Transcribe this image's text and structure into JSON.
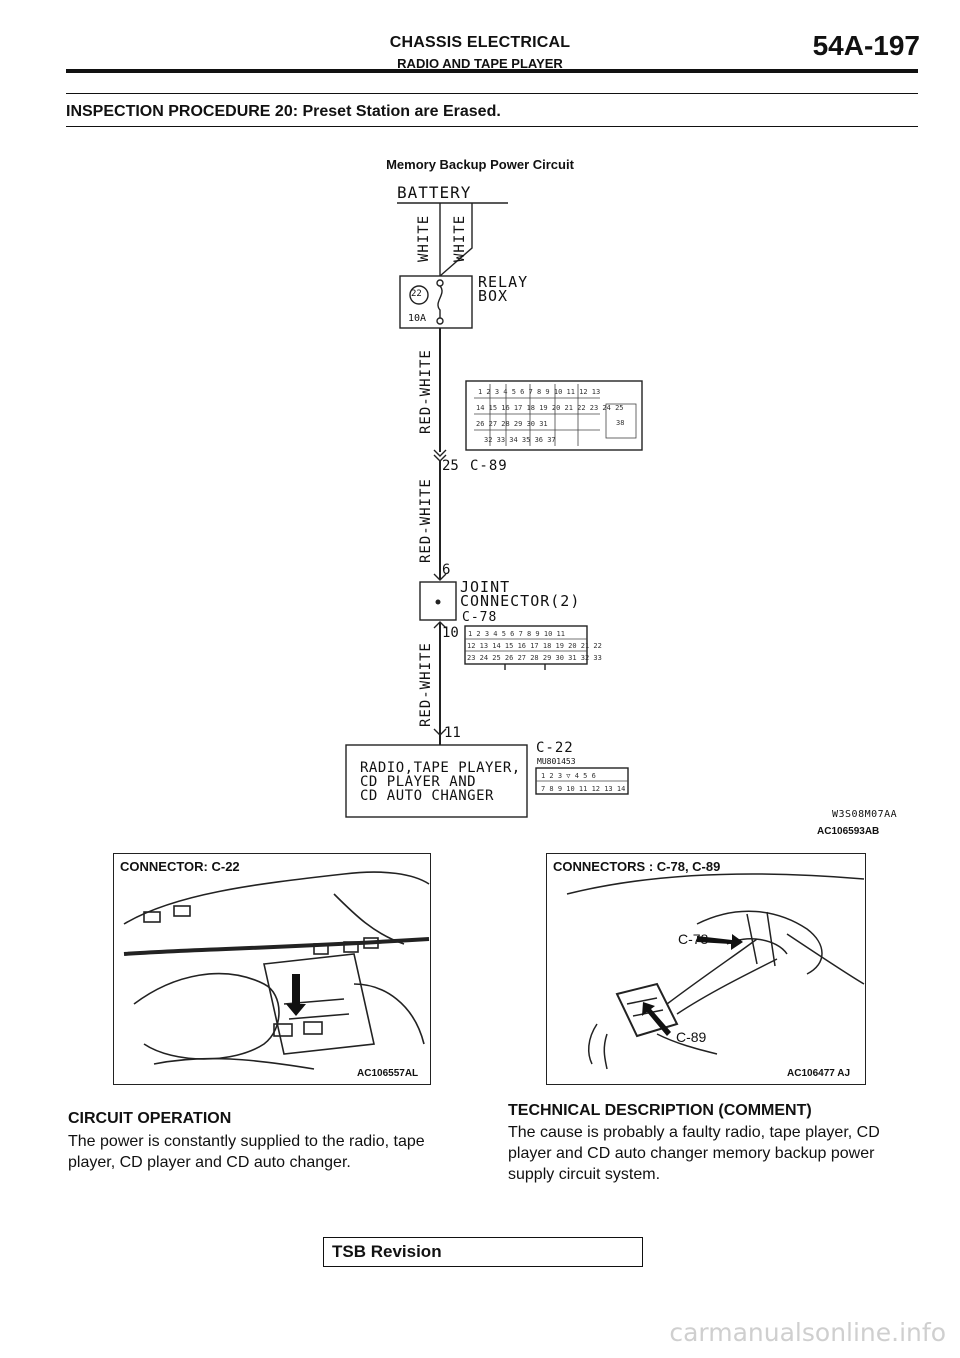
{
  "header": {
    "section": "CHASSIS ELECTRICAL",
    "subsection": "RADIO AND TAPE PLAYER",
    "page": "54A-197"
  },
  "procedure_title": "INSPECTION PROCEDURE 20: Preset Station are Erased.",
  "diagram": {
    "title": "Memory Backup Power Circuit",
    "battery": "BATTERY",
    "wire_white": "WHITE",
    "wire_red_white": "RED-WHITE",
    "relay_box_line1": "RELAY",
    "relay_box_line2": "BOX",
    "fuse_number": "22",
    "fuse_rating": "10A",
    "pin_25": "25",
    "conn_c89": "C-89",
    "pin_6": "6",
    "joint_line1": "JOINT",
    "joint_line2": "CONNECTOR(2)",
    "conn_c78": "C-78",
    "pin_10": "10",
    "pin_11": "11",
    "radio_line1": "RADIO,TAPE PLAYER,",
    "radio_line2": "CD PLAYER AND",
    "radio_line3": "CD AUTO CHANGER",
    "conn_c22": "C-22",
    "part_no": "MU801453",
    "code": "W3S08M07AA",
    "ac_code": "AC106593AB"
  },
  "photo_left": {
    "label": "CONNECTOR: C-22",
    "ac_code": "AC106557AL"
  },
  "photo_right": {
    "label": "CONNECTORS : C-78, C-89",
    "callout_c78": "C-78",
    "callout_c89": "C-89",
    "ac_code": "AC106477 AJ"
  },
  "circuit_operation": {
    "heading": "CIRCUIT OPERATION",
    "line1": "The power is constantly supplied to the radio, tape",
    "line2": "player, CD player and CD auto changer."
  },
  "technical_description": {
    "heading": "TECHNICAL DESCRIPTION (COMMENT)",
    "line1": "The cause is probably a faulty radio, tape player, CD",
    "line2": "player and CD auto changer memory backup power",
    "line3": "supply circuit system."
  },
  "footer": {
    "tsb": "TSB Revision",
    "watermark": "carmanualsonline.info"
  }
}
